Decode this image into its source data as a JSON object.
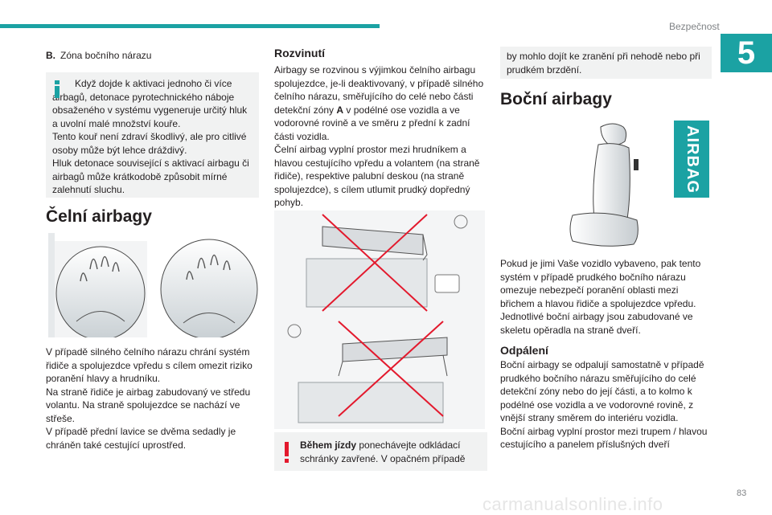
{
  "header": {
    "section_title": "Bezpečnost",
    "chapter_number": "5"
  },
  "col1": {
    "zone_letter": "B.",
    "zone_text": "Zóna bočního nárazu",
    "info_text": "Když dojde k aktivaci jednoho či více airbagů, detonace pyrotechnického náboje obsaženého v systému vygeneruje určitý hluk a uvolní malé množství kouře.\nTento kouř není zdraví škodlivý, ale pro citlivé osoby může být lehce dráždivý.\nHluk detonace související s aktivací airbagu či airbagů může krátkodobě způsobit mírné zalehnutí sluchu.",
    "heading": "Čelní airbagy",
    "body": "V případě silného čelního nárazu chrání systém řidiče a spolujezdce vpředu s cílem omezit riziko poranění hlavy a hrudníku.\nNa straně řidiče je airbag zabudovaný ve středu volantu. Na straně spolujezdce se nachází ve střeše.\nV případě přední lavice se dvěma sedadly je chráněn také cestující uprostřed."
  },
  "col2": {
    "heading": "Rozvinutí",
    "body_pre": "Airbagy se rozvinou s výjimkou čelního airbagu spolujezdce, je-li deaktivovaný, v případě silného čelního nárazu, směřujícího do celé nebo části detekční zóny ",
    "body_bold": "A",
    "body_post": " v podélné ose vozidla a ve vodorovné rovině a ve směru z přední k zadní části vozidla.\nČelní airbag vyplní prostor mezi hrudníkem a hlavou cestujícího vpředu a volantem (na straně řidiče), respektive palubní deskou (na straně spolujezdce), s cílem utlumit prudký dopředný pohyb.",
    "warning_bold": "Během jízdy",
    "warning_text": " ponechávejte odkládací schránky zavřené. V opačném případě"
  },
  "col3": {
    "continued": "by mohlo dojít ke zranění při nehodě nebo při prudkém brzdění.",
    "heading": "Boční airbagy",
    "airbag_label": "AIRBAG",
    "body": "Pokud je jimi Vaše vozidlo vybaveno, pak tento systém v případě prudkého bočního nárazu omezuje nebezpečí poranění oblasti mezi břichem a hlavou řidiče a spolujezdce vpředu.\nJednotlivé boční airbagy jsou zabudované ve skeletu opěradla na straně dveří.",
    "subheading": "Odpálení",
    "body2": "Boční airbagy se odpalují samostatně v případě prudkého bočního nárazu směřujícího do celé detekční zóny nebo do její části, a to kolmo k podélné ose vozidla a ve vodorovné rovině, z vnější strany směrem do interiéru vozidla.\nBoční airbag vyplní prostor mezi trupem / hlavou cestujícího a panelem příslušných dveří"
  },
  "footer": {
    "page_number": "83",
    "watermark": "carmanualsonline.info"
  },
  "colors": {
    "accent": "#1ba2a3",
    "warning": "#e3192d",
    "box_grey": "#f1f2f2"
  }
}
